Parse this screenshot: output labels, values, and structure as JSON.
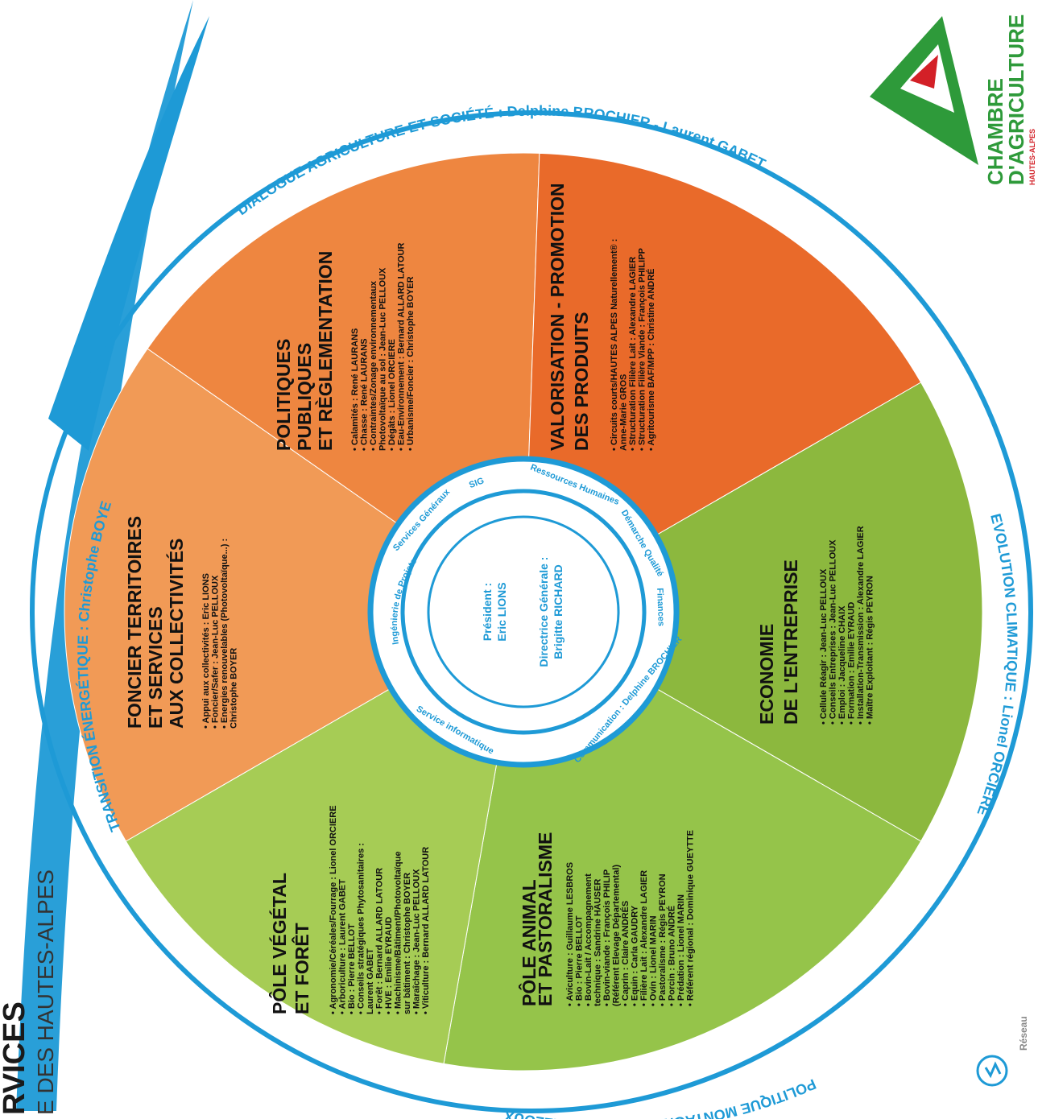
{
  "header": {
    "title": "RVICES",
    "subtitle": "E DES HAUTES-ALPES"
  },
  "logo": {
    "line1": "CHAMBRE",
    "line2": "D'AGRICULTURE",
    "line3": "HAUTES-ALPES",
    "network": "Réseau"
  },
  "outer_ring": {
    "top": "DIALOGUE AGRICULTURE ET SOCIÉTÉ : Delphine BROCHIER - Laurent GABET",
    "right": "EVOLUTION CLIMATIQUE : Lionel ORCIÈRE",
    "bottom": "POLITIQUE MONTAGNE : Jean-Luc PELLOUX",
    "left": "TRANSITION ÉNERGÉTIQUE : Christophe BOYER"
  },
  "inner_ring": {
    "services": [
      "Services Généraux",
      "SIG",
      "Ressources Humaines",
      "Démarche Qualité",
      "Finances",
      "Communication : Delphine BROCHIER",
      "Service informatique"
    ],
    "ingenierie": "Ingénierie de Projets"
  },
  "center": {
    "president_label": "Président :",
    "president_name": "Eric LIONS",
    "director_label": "Directrice Générale :",
    "director_name": "Brigitte RICHARD"
  },
  "colors": {
    "foncier": "#f19a56",
    "politiques": "#ee8640",
    "valorisation": "#e96a2a",
    "economie": "#8cb83e",
    "animal": "#95c44a",
    "vegetal": "#a6cc55",
    "ring_blue": "#1e9ad6"
  },
  "sectors": [
    {
      "id": "foncier",
      "title": [
        "FONCIER TERRITOIRES",
        "ET SERVICES",
        "AUX COLLECTIVITÉS"
      ],
      "items": [
        "• Appui aux collectivités : Eric LIONS",
        "• Foncier/Safer : Jean-Luc PELLOUX",
        "• Energies renouvelables (Photovoltaïque...) :",
        "  Christophe BOYER"
      ]
    },
    {
      "id": "politiques",
      "title": [
        "POLITIQUES",
        "PUBLIQUES",
        "ET RÈGLEMENTATION"
      ],
      "items": [
        "• Calamités : René LAURANS",
        "• Chasse : René LAURANS",
        "• Contraintes/Zonage environnementaux",
        "  Photovoltaïque au sol : Jean-Luc PELLOUX",
        "• Dégâts : Lionel ORCIERE",
        "• Eau-Environnement : Bernard ALLARD LATOUR",
        "• Urbanisme/Foncier : Christophe BOYER"
      ]
    },
    {
      "id": "valorisation",
      "title": [
        "VALORISATION - PROMOTION",
        "DES PRODUITS"
      ],
      "items": [
        "• Circuits courts/HAUTES ALPES Naturellement® :",
        "  Anne-Marie GROS",
        "• Structuration Filière Lait : Alexandre LAGIER",
        "• Structuration Filière Viande : François PHILIPP",
        "• Agritourisme BAF/MPP : Christine ANDRÉ"
      ]
    },
    {
      "id": "economie",
      "title": [
        "ECONOMIE",
        "DE L'ENTREPRISE"
      ],
      "items": [
        "• Cellule Réagir : Jean-Luc PELLOUX",
        "• Conseils Entreprises : Jean-Luc PELLOUX",
        "• Emploi : Jacqueline CHAIX",
        "• Formation : Emilie EYRAUD",
        "• Installation-Transmission : Alexandre LAGIER",
        "• Maître Exploitant : Régis PEYRON"
      ]
    },
    {
      "id": "animal",
      "title": [
        "PÔLE ANIMAL",
        "ET PASTORALISME"
      ],
      "items": [
        "• Aviculture : Guillaume LESBROS",
        "• Bio : Pierre BELLOT",
        "• Bovin-Lait / Accompagnement",
        "  technique : Sandrine HAUSER",
        "• Bovin-viande : François PHILIP",
        "  (Référent Elevage Départemental)",
        "• Caprin : Claire ANDRÉS",
        "• Equin : Carla GAUDRY",
        "• Filière Lait : Alexandre LAGIER",
        "• Ovin : Lionel MARIN",
        "• Pastoralisme : Régis PEYRON",
        "• Porcin : Bruno ANDRÉ",
        "• Prédation : Lionel MARIN",
        "• Référent régional : Dominique GUEYTTE"
      ]
    },
    {
      "id": "vegetal",
      "title": [
        "PÔLE VÉGÉTAL",
        "ET FORÊT"
      ],
      "items": [
        "• Agronomie/Céréales/Fourrage : Lionel ORCIERE",
        "• Arboriculture : Laurent GABET",
        "• Bio : Pierre BELLOT",
        "• Conseils stratégiques Phytosanitaires :",
        "  Laurent GABET",
        "• Forêt : Bernard ALLARD LATOUR",
        "• HVE : Emilie EYRAUD",
        "• Machinisme/Bâtiment/Photovoltaïque",
        "  sur bâtiment : Christophe BOYER",
        "• Maraîchage : Jean-Luc PELLOUX",
        "• Viticulture : Bernard ALLARD LATOUR"
      ]
    }
  ]
}
